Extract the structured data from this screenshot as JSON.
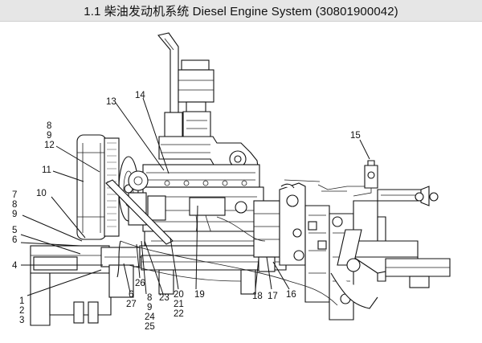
{
  "title": {
    "number": "1.1",
    "chinese": "柴油发动机系统",
    "english": "Diesel Engine System",
    "code": "(30801900042)"
  },
  "callouts": [
    {
      "id": "c-1",
      "text": "1"
    },
    {
      "id": "c-2",
      "text": "2"
    },
    {
      "id": "c-3",
      "text": "3"
    },
    {
      "id": "c-4",
      "text": "4"
    },
    {
      "id": "c-5",
      "text": "5"
    },
    {
      "id": "c-6a",
      "text": "6"
    },
    {
      "id": "c-7",
      "text": "7"
    },
    {
      "id": "c-8a",
      "text": "8"
    },
    {
      "id": "c-9a",
      "text": "9"
    },
    {
      "id": "c-10",
      "text": "10"
    },
    {
      "id": "c-11",
      "text": "11"
    },
    {
      "id": "c-8b",
      "text": "8"
    },
    {
      "id": "c-9b",
      "text": "9"
    },
    {
      "id": "c-12",
      "text": "12"
    },
    {
      "id": "c-13",
      "text": "13"
    },
    {
      "id": "c-14",
      "text": "14"
    },
    {
      "id": "c-15",
      "text": "15"
    },
    {
      "id": "c-26",
      "text": "26"
    },
    {
      "id": "c-6b",
      "text": "6"
    },
    {
      "id": "c-27",
      "text": "27"
    },
    {
      "id": "c-8c",
      "text": "8"
    },
    {
      "id": "c-9c",
      "text": "9"
    },
    {
      "id": "c-24",
      "text": "24"
    },
    {
      "id": "c-25",
      "text": "25"
    },
    {
      "id": "c-23",
      "text": "23"
    },
    {
      "id": "c-20",
      "text": "20"
    },
    {
      "id": "c-21",
      "text": "21"
    },
    {
      "id": "c-22",
      "text": "22"
    },
    {
      "id": "c-19",
      "text": "19"
    },
    {
      "id": "c-18",
      "text": "18"
    },
    {
      "id": "c-17",
      "text": "17"
    },
    {
      "id": "c-16",
      "text": "16"
    }
  ]
}
